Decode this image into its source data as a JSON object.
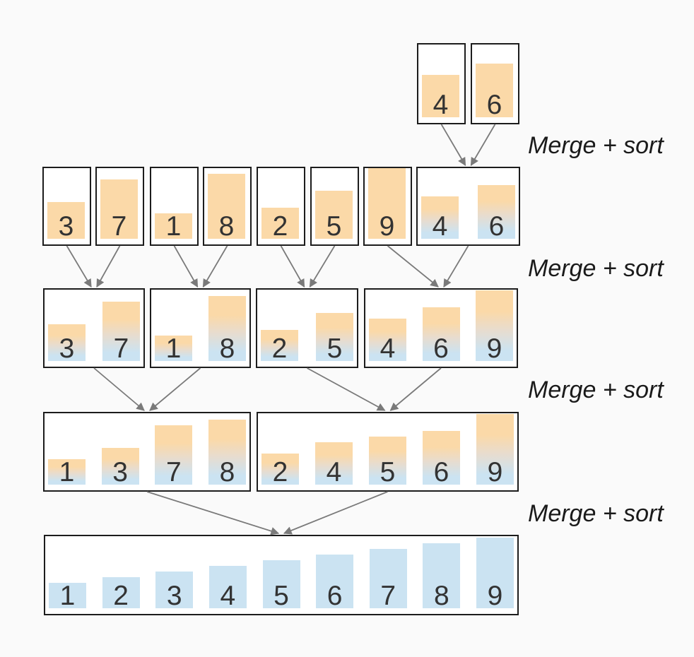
{
  "diagram": {
    "merge_labels": [
      "Merge + sort",
      "Merge + sort",
      "Merge + sort",
      "Merge + sort"
    ],
    "levels": [
      {
        "boxes": [
          {
            "values": [
              4
            ],
            "fill": "unsorted"
          },
          {
            "values": [
              6
            ],
            "fill": "unsorted"
          }
        ]
      },
      {
        "boxes": [
          {
            "values": [
              3
            ],
            "fill": "unsorted"
          },
          {
            "values": [
              7
            ],
            "fill": "unsorted"
          },
          {
            "values": [
              1
            ],
            "fill": "unsorted"
          },
          {
            "values": [
              8
            ],
            "fill": "unsorted"
          },
          {
            "values": [
              2
            ],
            "fill": "unsorted"
          },
          {
            "values": [
              5
            ],
            "fill": "unsorted"
          },
          {
            "values": [
              9
            ],
            "fill": "unsorted"
          },
          {
            "values": [
              4,
              6
            ],
            "fill": "merged"
          }
        ]
      },
      {
        "boxes": [
          {
            "values": [
              3,
              7
            ],
            "fill": "merged"
          },
          {
            "values": [
              1,
              8
            ],
            "fill": "merged"
          },
          {
            "values": [
              2,
              5
            ],
            "fill": "merged"
          },
          {
            "values": [
              4,
              6,
              9
            ],
            "fill": "merged"
          }
        ]
      },
      {
        "boxes": [
          {
            "values": [
              1,
              3,
              7,
              8
            ],
            "fill": "merged"
          },
          {
            "values": [
              2,
              4,
              5,
              6,
              9
            ],
            "fill": "merged"
          }
        ]
      },
      {
        "boxes": [
          {
            "values": [
              1,
              2,
              3,
              4,
              5,
              6,
              7,
              8,
              9
            ],
            "fill": "sorted"
          }
        ]
      }
    ],
    "colors": {
      "unsorted_bar": "#fbd9a8",
      "sorted_bar": "#cbe3f2",
      "arrow": "#7a7a7a",
      "box_border": "#1c1c1c",
      "value_text": "#333333",
      "label_text": "#1a1a1a",
      "background": "#fafafa"
    }
  }
}
